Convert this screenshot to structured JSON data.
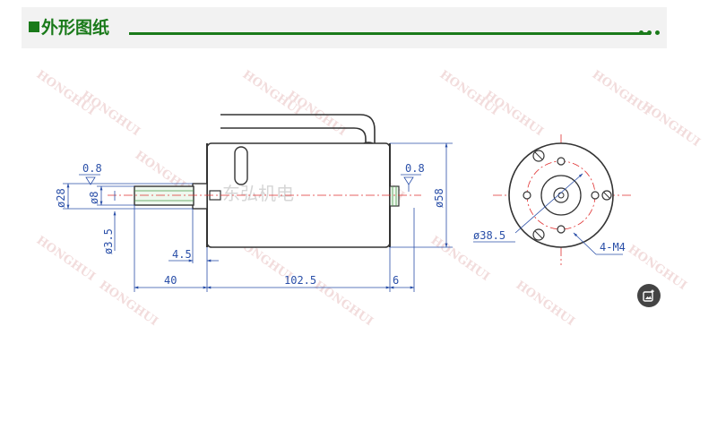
{
  "header": {
    "title": "外形图纸"
  },
  "drawing": {
    "watermark_text": "HONGHUI",
    "watermark_cn": "东弘机电",
    "dimensions": {
      "chamfer_left": "0.8",
      "dia_28": "ø28",
      "dia_8": "ø8",
      "dia_3_5": "ø3.5",
      "len_4_5": "4.5",
      "len_40": "40",
      "len_102_5": "102.5",
      "len_6": "6",
      "chamfer_right": "0.8",
      "dia_58": "ø58",
      "dia_38_5": "ø38.5",
      "holes": "4-M4"
    },
    "colors": {
      "dimension": "#2a4fa8",
      "centerline": "#e03030",
      "outline": "#333333",
      "header_green": "#1a7a1a"
    }
  },
  "fab": {
    "icon": "image-edit-icon"
  }
}
